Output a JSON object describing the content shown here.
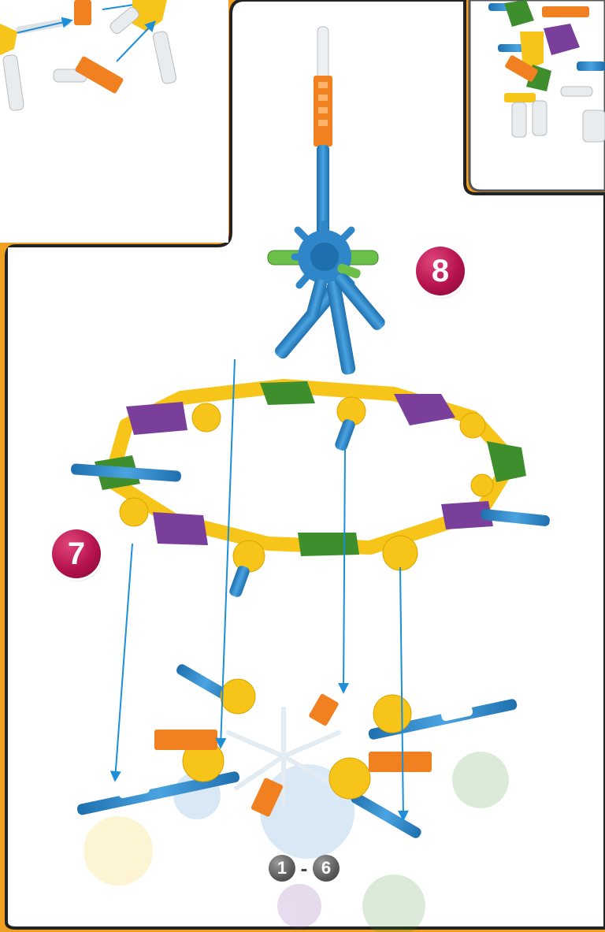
{
  "steps": {
    "current": "8",
    "previous": "7",
    "range_start": "1",
    "range_separator": "-",
    "range_end": "6"
  },
  "colors": {
    "page_background": "#f0a020",
    "panel_background": "#ffffff",
    "panel_border": "#222222",
    "guide_arrow": "#1d8fd8",
    "rod_blue": "#2f86c8",
    "connector_yellow": "#f7c51a",
    "connector_green": "#3e8e2e",
    "connector_purple": "#7a3f9a",
    "rod_orange": "#f08020",
    "rod_white": "#e9ecef",
    "badge_magenta": "#b5124e"
  },
  "icons": {
    "step_badge": "numbered-circle-icon",
    "guide_arrow": "arrow-icon"
  }
}
